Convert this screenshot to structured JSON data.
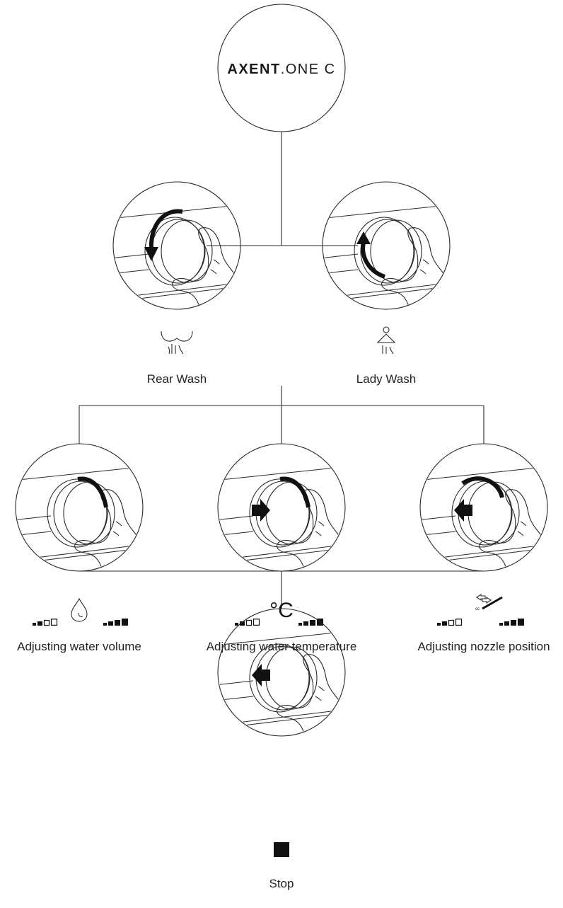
{
  "brand": {
    "bold": "AXENT",
    "light": ".ONE C"
  },
  "wash_modes": [
    {
      "label": "Rear Wash",
      "icon": "rear-wash-icon",
      "rotation": "counterclockwise"
    },
    {
      "label": "Lady Wash",
      "icon": "lady-wash-icon",
      "rotation": "clockwise"
    }
  ],
  "adjustments": [
    {
      "label": "Adjusting water volume",
      "icon": "water-drop-icon",
      "level_low": 1,
      "level_high": 4,
      "level_max": 4
    },
    {
      "label": "Adjusting water temperature",
      "icon": "celsius-icon",
      "icon_text": "°C",
      "level_low": 1,
      "level_high": 4,
      "level_max": 4
    },
    {
      "label": "Adjusting nozzle position",
      "icon": "nozzle-icon",
      "level_low": 1,
      "level_high": 4,
      "level_max": 4
    }
  ],
  "stop": {
    "label": "Stop",
    "icon": "stop-square-icon",
    "action": "push"
  },
  "colors": {
    "line": "#2a2a2a",
    "fill": "#111111",
    "background": "#ffffff"
  }
}
